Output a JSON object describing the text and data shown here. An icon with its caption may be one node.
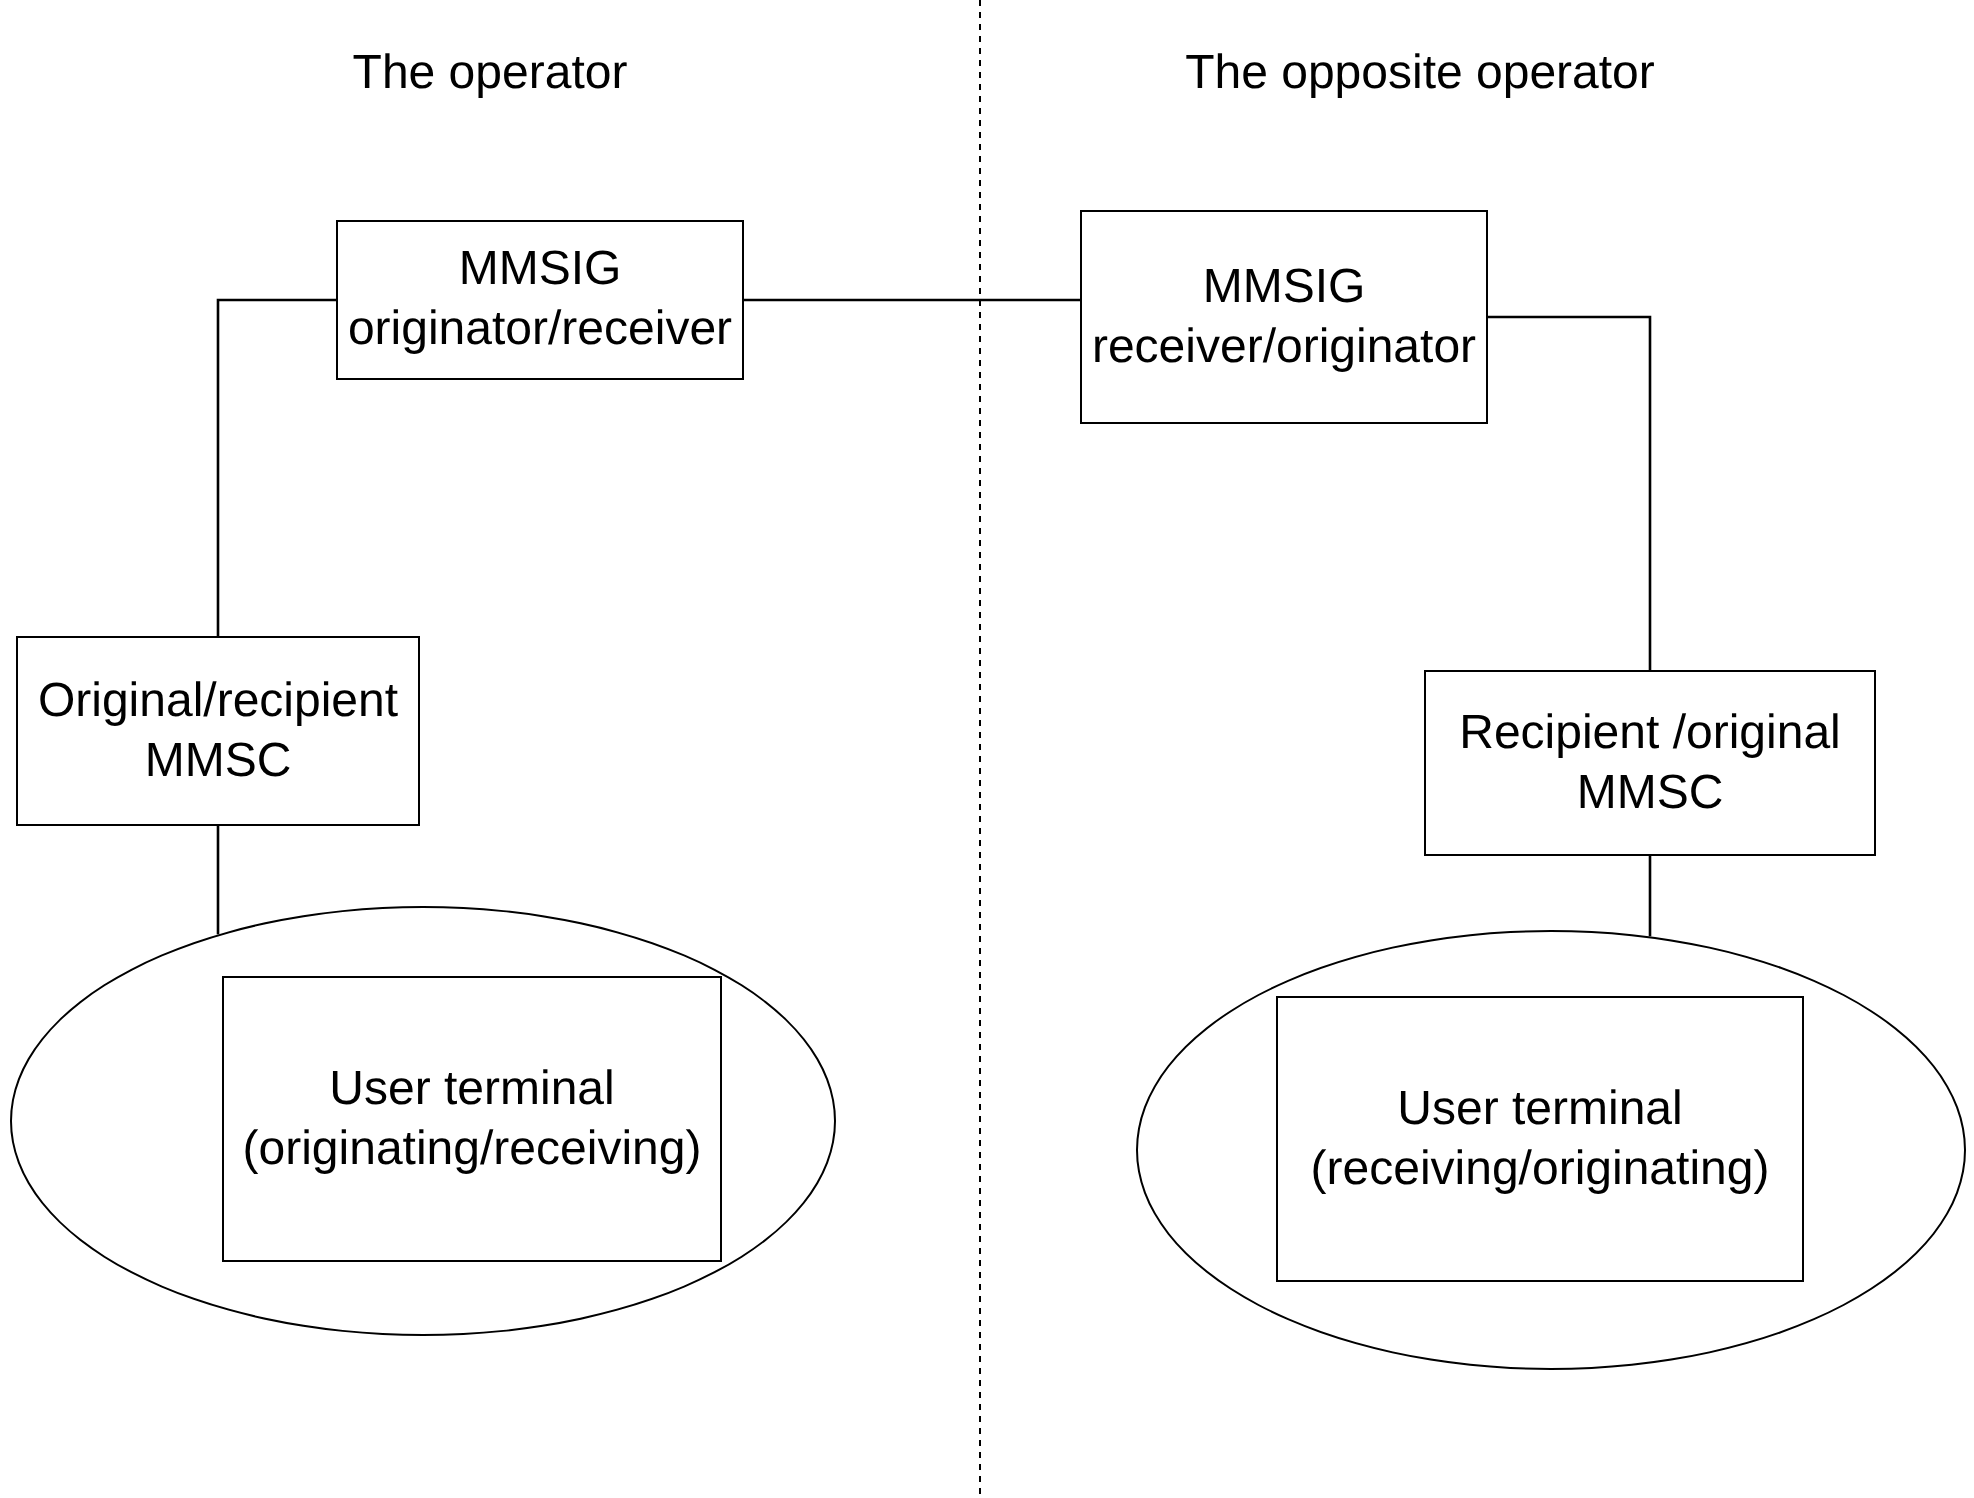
{
  "diagram": {
    "nodes": [
      {
        "text": [
          "MMSIG originator/receiver"
        ]
      },
      {
        "text": [
          "MMSIG receiver/originator"
        ]
      },
      {
        "text": [
          "Original/recipient MMSC"
        ]
      },
      {
        "text": [
          "Recipient /original MMSC"
        ]
      },
      {
        "text": [],
        "shape": "ellipse"
      },
      {
        "text": [
          "User terminal (originating/receiving)"
        ],
        "in": 4
      },
      {
        "text": [],
        "shape": "ellipse"
      },
      {
        "text": [
          "User terminal (receiving/originating)"
        ],
        "in": 6
      }
    ],
    "edges": [
      {
        "from": 0,
        "to": 1,
        "arrow": "none"
      },
      {
        "from": 0,
        "to": 2,
        "arrow": "none"
      },
      {
        "from": 1,
        "to": 3,
        "arrow": "none"
      },
      {
        "from": 2,
        "to": 4,
        "arrow": "none"
      },
      {
        "from": 3,
        "to": 6,
        "arrow": "none"
      }
    ],
    "labels": [
      "The operator",
      "The opposite operator"
    ]
  }
}
